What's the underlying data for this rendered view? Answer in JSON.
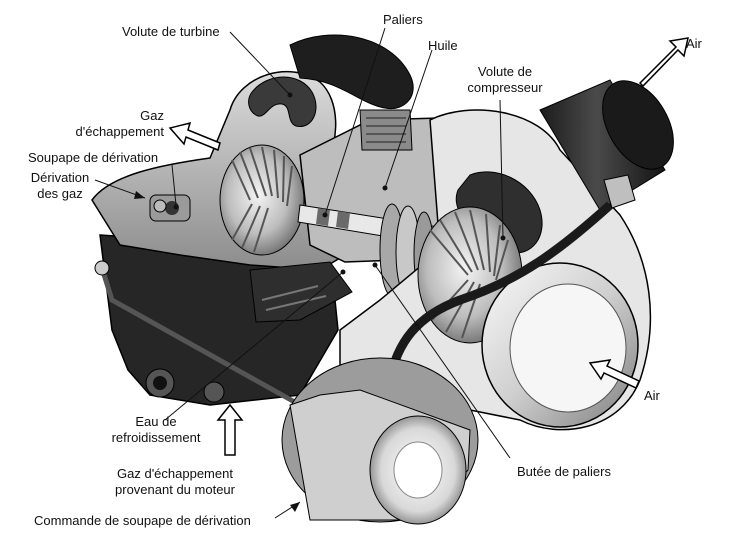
{
  "labels": {
    "volute_turbine": "Volute de turbine",
    "paliers": "Paliers",
    "huile": "Huile",
    "air_top": "Air",
    "volute_compresseur_1": "Volute de",
    "volute_compresseur_2": "compresseur",
    "gaz_echappement_1": "Gaz",
    "gaz_echappement_2": "d'échappement",
    "soupape_derivation": "Soupape de dérivation",
    "derivation_gaz_1": "Dérivation",
    "derivation_gaz_2": "des gaz",
    "air_right": "Air",
    "eau_1": "Eau de",
    "eau_2": "refroidissement",
    "gaz_moteur_1": "Gaz d'échappement",
    "gaz_moteur_2": "provenant du moteur",
    "butee_paliers": "Butée de paliers",
    "commande_soupape": "Commande de soupape de dérivation"
  },
  "colors": {
    "ink": "#111111",
    "dark_metal": "#2a2a2a",
    "mid_metal": "#8a8a8a",
    "light_metal": "#d6d6d6",
    "highlight": "#f2f2f2"
  }
}
